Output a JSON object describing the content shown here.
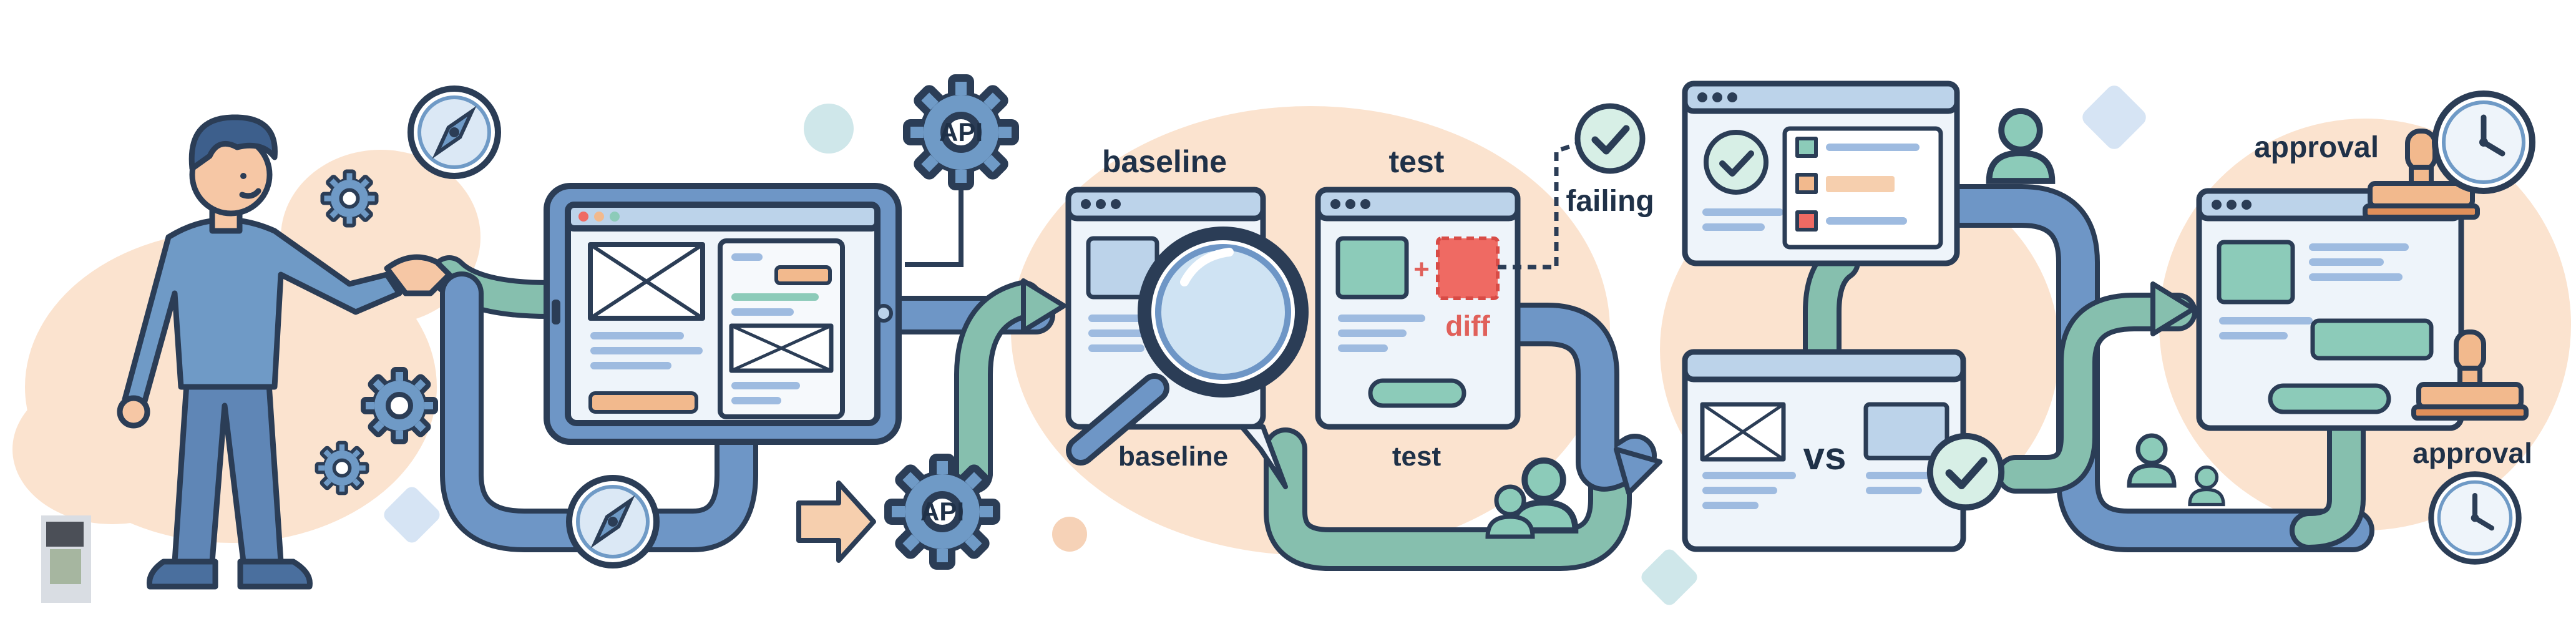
{
  "labels": {
    "api_top": "API",
    "api_bottom": "API",
    "baseline_top": "baseline",
    "baseline_bottom": "baseline",
    "test_top": "test",
    "test_bottom": "test",
    "diff": "diff",
    "plus": "+",
    "failing": "failing",
    "vs": "vs",
    "approval_top": "approval",
    "approval_bottom": "approval"
  },
  "colors": {
    "outline": "#2b3d56",
    "pipe_blue": "#6e96c6",
    "pipe_green": "#86bfae",
    "blob_peach": "#fbe3cf",
    "panel": "#eef4fa",
    "panel_bar": "#bcd3ea",
    "accent_orange": "#f2b98d",
    "accent_red": "#ef6a63",
    "accent_teal": "#8ccbb9",
    "check_green": "#76c3a8"
  },
  "icons": [
    "person-illustration",
    "compass-icon",
    "gear-icon",
    "api-gear-icon",
    "magnifier-icon",
    "check-icon",
    "clock-icon",
    "stamp-icon",
    "user-icon",
    "arrow-icon"
  ]
}
